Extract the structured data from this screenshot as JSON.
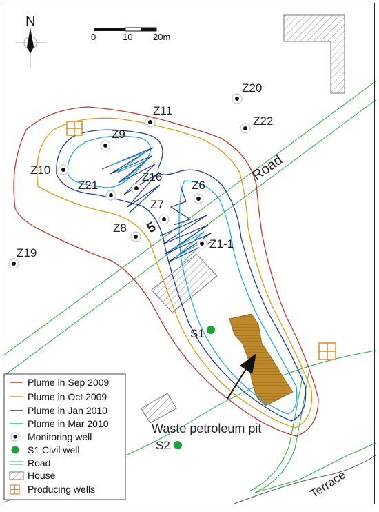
{
  "north_label": "N",
  "scale": {
    "ticks": [
      "0",
      "10",
      "20m"
    ]
  },
  "legend": {
    "items": [
      {
        "label": "Plume in Sep 2009",
        "symbol": "line",
        "color": "#c0392b"
      },
      {
        "label": "Plume in Oct 2009",
        "symbol": "line",
        "color": "#d4a017"
      },
      {
        "label": "Plume in Jan 2010",
        "symbol": "line",
        "color": "#1f3a93"
      },
      {
        "label": "Plume in Mar 2010",
        "symbol": "line",
        "color": "#2aa9e0"
      },
      {
        "label": "Monitoring well",
        "symbol": "monitoring-well"
      },
      {
        "label": "S1 Civil well",
        "symbol": "civil-well",
        "color": "#1aa33b"
      },
      {
        "label": "Road",
        "symbol": "road",
        "color": "#2ea83e"
      },
      {
        "label": "House",
        "symbol": "house"
      },
      {
        "label": "Producing wells",
        "symbol": "producing-well",
        "color": "#e08a1e"
      }
    ]
  },
  "monitoring_wells": [
    "Z20",
    "Z22",
    "Z11",
    "Z9",
    "Z10",
    "Z21",
    "Z16",
    "Z6",
    "Z7",
    "Z8",
    "Z1-1",
    "Z19"
  ],
  "civil_wells": [
    "S1",
    "S2"
  ],
  "labels": {
    "road": "Road",
    "terrace": "Terrace",
    "pit": "Waste petroleum pit",
    "contour": "5"
  }
}
